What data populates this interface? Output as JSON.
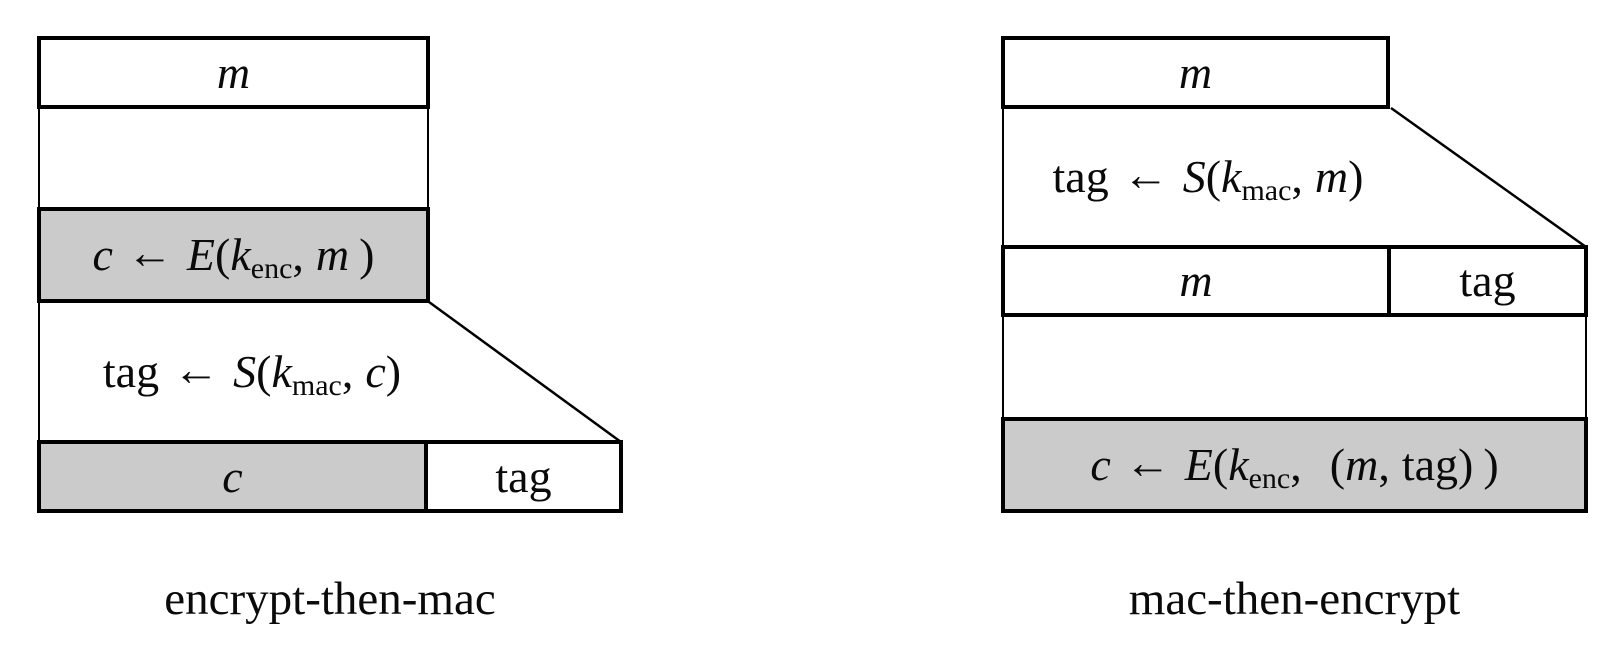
{
  "figure": {
    "description_left": "encrypt-then-mac scheme stack",
    "description_right": "mac-then-encrypt scheme stack"
  },
  "left_diagram": {
    "message_box": {
      "label": "m"
    },
    "encrypt_box": {
      "lhs": "c",
      "arrow": "←",
      "func": "E",
      "open": "(",
      "key": "k",
      "key_sub": "enc",
      "comma": ",",
      "arg": "m",
      "close": ")"
    },
    "sign_step": {
      "lhs": "tag",
      "arrow": "←",
      "func": "S",
      "open": "(",
      "key": "k",
      "key_sub": "mac",
      "comma": ",",
      "arg": "c",
      "close": ")"
    },
    "output_row": {
      "cipher_label": "c",
      "tag_label": "tag"
    },
    "caption": "encrypt-then-mac"
  },
  "right_diagram": {
    "message_box": {
      "label": "m"
    },
    "sign_step": {
      "lhs": "tag",
      "arrow": "←",
      "func": "S",
      "open": "(",
      "key": "k",
      "key_sub": "mac",
      "comma": ",",
      "arg": "m",
      "close": ")"
    },
    "concat_row": {
      "message_label": "m",
      "tag_label": "tag"
    },
    "encrypt_box": {
      "lhs": "c",
      "arrow": "←",
      "func": "E",
      "open": "(",
      "key": "k",
      "key_sub": "enc",
      "comma": ",",
      "pair_open": "(",
      "pair_first": "m",
      "pair_comma": ",",
      "pair_second": "tag",
      "pair_close": ")",
      "close": ")"
    },
    "caption": "mac-then-encrypt"
  },
  "colors": {
    "box_fill_gray": "#cbcbcb",
    "box_fill_white": "#ffffff",
    "stroke": "#000000"
  }
}
